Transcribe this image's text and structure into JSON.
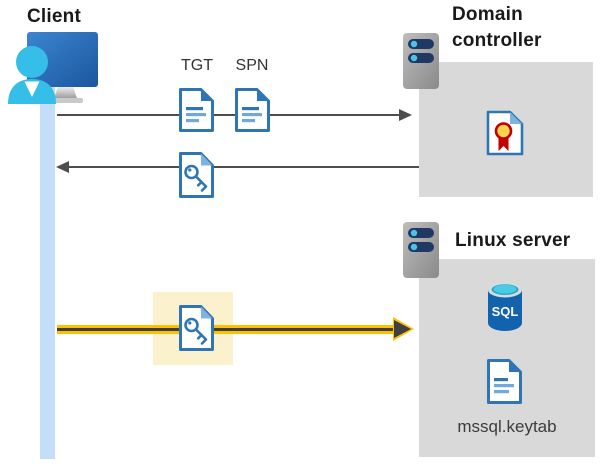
{
  "labels": {
    "client": "Client",
    "tgt": "TGT",
    "spn": "SPN",
    "domain_controller": "Domain controller",
    "linux_server": "Linux server",
    "keytab_file": "mssql.keytab",
    "sql_badge": "SQL"
  },
  "colors": {
    "doc_blue": "#2E75B6",
    "doc_blue_light": "#6FA8DC",
    "fold_blue": "#7EB3E0",
    "arrow_gray": "#4D4D4D",
    "accent_yellow": "#FFC000",
    "highlight_yellow": "#FBF1CD",
    "box_gray": "#D9D9D9",
    "lifeline_blue": "#C4DDF8",
    "person_cyan": "#35BEE8",
    "server_bar_navy": "#1F3864",
    "seal_red": "#C00000",
    "seal_gold": "#FFD24D",
    "sql_body_blue": "#1262AE",
    "sql_top_cyan": "#49CBE8"
  },
  "arrows": [
    {
      "id": "tgt-spn-request",
      "direction": "right",
      "style": "thin-gray"
    },
    {
      "id": "ticket-response",
      "direction": "left",
      "style": "thin-gray"
    },
    {
      "id": "sql-connection",
      "direction": "right",
      "style": "bold-yellow"
    }
  ],
  "icons": {
    "client": "user-workstation-icon",
    "document": "document-icon",
    "key_document": "key-ticket-icon",
    "certificate": "certificate-icon",
    "server": "server-icon",
    "sql": "sql-database-icon"
  }
}
